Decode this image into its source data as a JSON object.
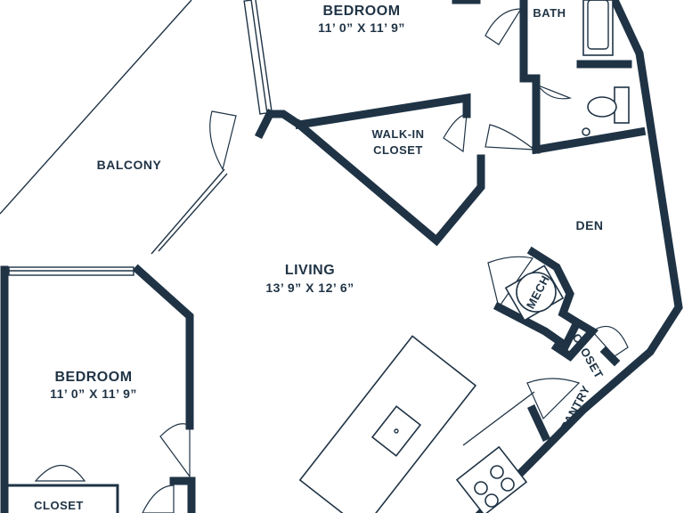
{
  "rooms": {
    "bedroom_top": {
      "name": "BEDROOM",
      "size": "11’ 0” X 11’ 9”"
    },
    "bath": {
      "name": "BATH"
    },
    "walk_in_closet": {
      "line1": "WALK-IN",
      "line2": "CLOSET"
    },
    "balcony": {
      "name": "BALCONY"
    },
    "den": {
      "name": "DEN"
    },
    "living": {
      "name": "LIVING",
      "size": "13’ 9” X 12’ 6”"
    },
    "mech": {
      "name": "MECH"
    },
    "closet_den": {
      "name": "CLOSET"
    },
    "pantry": {
      "name": "PANTRY"
    },
    "bedroom_left": {
      "name": "BEDROOM",
      "size": "11’ 0” X 11’ 9”"
    },
    "closet_bottom": {
      "name": "CLOSET"
    }
  },
  "colors": {
    "wall": "#1f3345",
    "background": "#ffffff"
  }
}
